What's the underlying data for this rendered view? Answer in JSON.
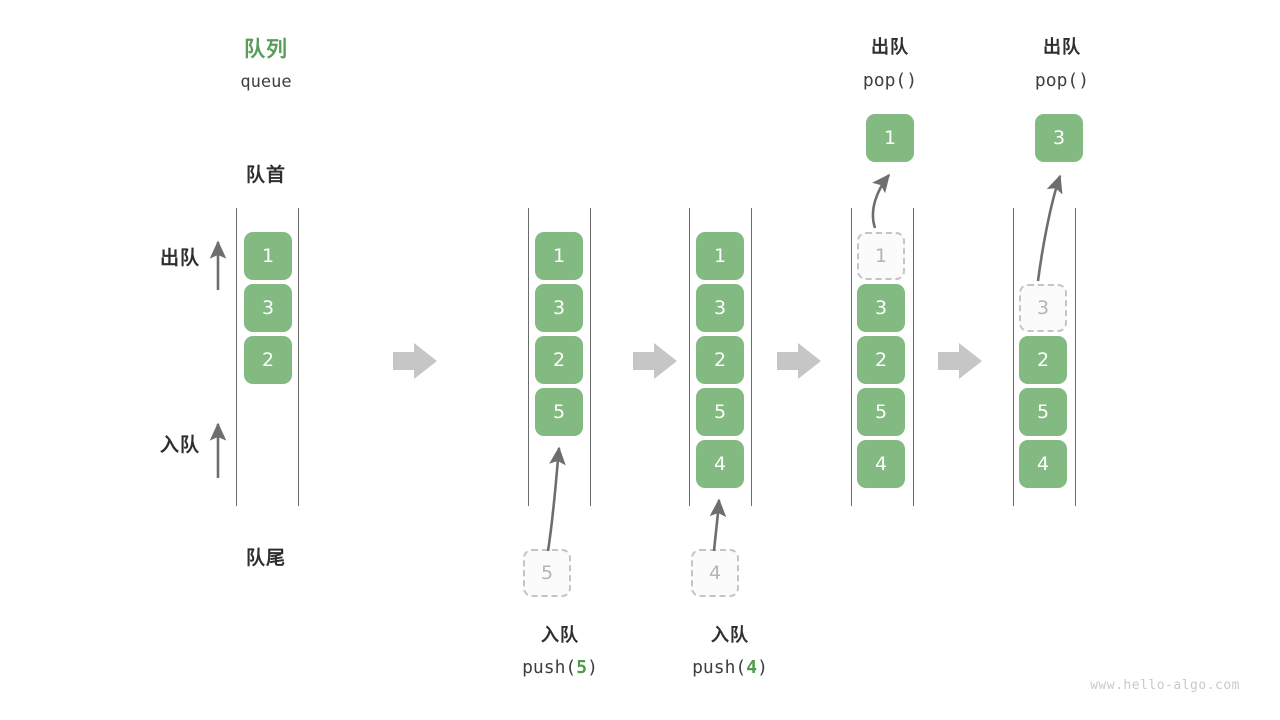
{
  "diagram": {
    "title_cn": "队列",
    "title_en": "queue",
    "head_label": "队首",
    "tail_label": "队尾",
    "dequeue_label": "出队",
    "enqueue_label": "入队",
    "watermark": "www.hello-algo.com"
  },
  "stages": [
    {
      "id": "stage-initial",
      "cells": [
        {
          "value": "1",
          "state": "filled"
        },
        {
          "value": "3",
          "state": "filled"
        },
        {
          "value": "2",
          "state": "filled"
        }
      ]
    },
    {
      "id": "stage-push-5",
      "cells": [
        {
          "value": "1",
          "state": "filled"
        },
        {
          "value": "3",
          "state": "filled"
        },
        {
          "value": "2",
          "state": "filled"
        },
        {
          "value": "5",
          "state": "filled"
        }
      ],
      "incoming": {
        "value": "5",
        "state": "ghost"
      },
      "op_cn": "入队",
      "op_code_pre": "push(",
      "op_code_num": "5",
      "op_code_post": ")"
    },
    {
      "id": "stage-push-4",
      "cells": [
        {
          "value": "1",
          "state": "filled"
        },
        {
          "value": "3",
          "state": "filled"
        },
        {
          "value": "2",
          "state": "filled"
        },
        {
          "value": "5",
          "state": "filled"
        },
        {
          "value": "4",
          "state": "filled"
        }
      ],
      "incoming": {
        "value": "4",
        "state": "ghost"
      },
      "op_cn": "入队",
      "op_code_pre": "push(",
      "op_code_num": "4",
      "op_code_post": ")"
    },
    {
      "id": "stage-pop-1",
      "cells": [
        {
          "value": "1",
          "state": "ghost"
        },
        {
          "value": "3",
          "state": "filled"
        },
        {
          "value": "2",
          "state": "filled"
        },
        {
          "value": "5",
          "state": "filled"
        },
        {
          "value": "4",
          "state": "filled"
        }
      ],
      "popped": {
        "value": "1",
        "state": "filled"
      },
      "op_cn": "出队",
      "op_code_pre": "pop(",
      "op_code_num": "",
      "op_code_post": ")"
    },
    {
      "id": "stage-pop-3",
      "cells": [
        {
          "value": "",
          "state": "empty"
        },
        {
          "value": "3",
          "state": "ghost"
        },
        {
          "value": "2",
          "state": "filled"
        },
        {
          "value": "5",
          "state": "filled"
        },
        {
          "value": "4",
          "state": "filled"
        }
      ],
      "popped": {
        "value": "3",
        "state": "filled"
      },
      "op_cn": "出队",
      "op_code_pre": "pop(",
      "op_code_num": "",
      "op_code_post": ")"
    }
  ],
  "colors": {
    "cell_green": "#82ba82",
    "title_green": "#5a9c5a",
    "ghost_border": "#c4c4c4",
    "arrow_grey": "#6e6e6e",
    "block_arrow_grey": "#c6c6c6",
    "rail": "#6b6b6b"
  }
}
